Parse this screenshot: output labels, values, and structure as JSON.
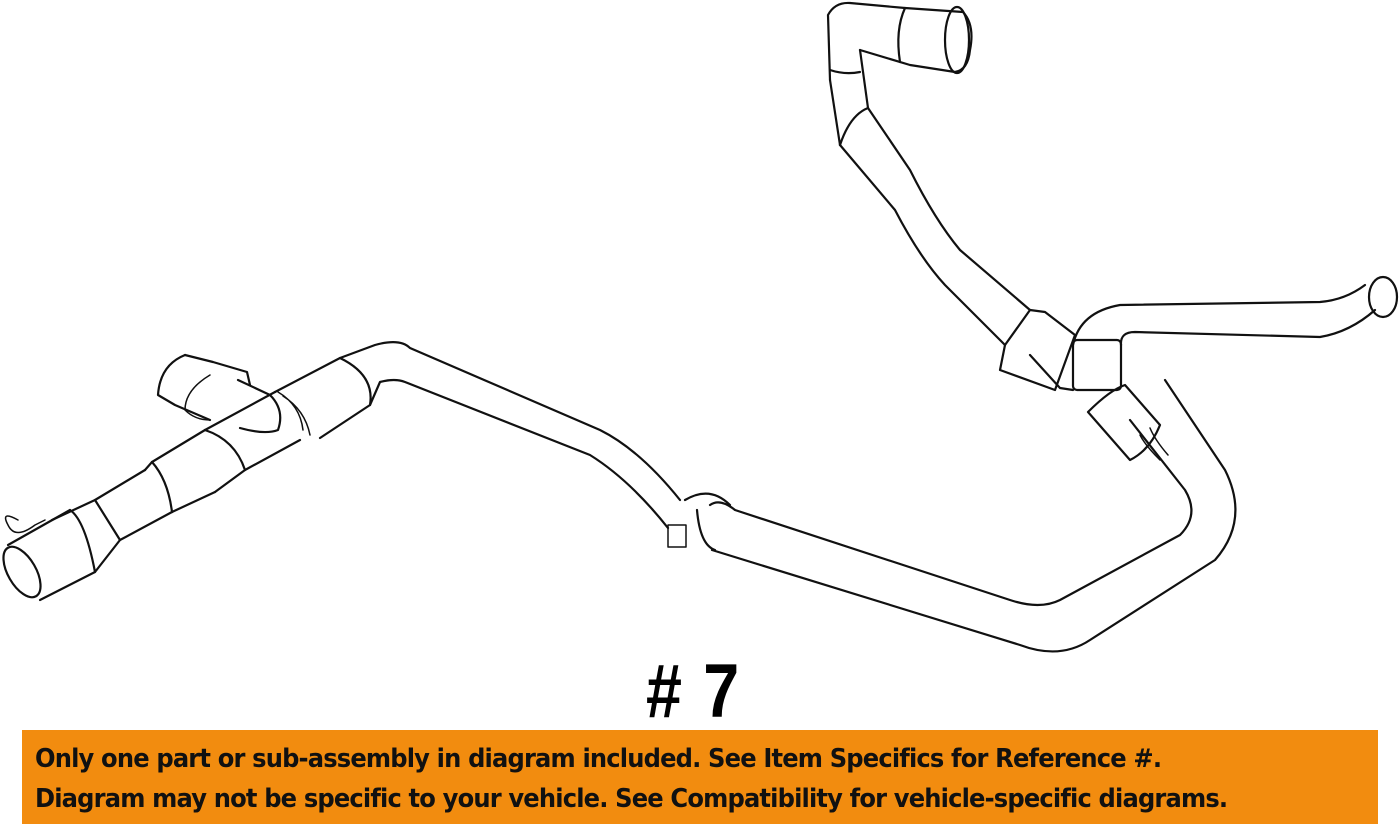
{
  "diagram": {
    "part_type": "hose assembly line drawing",
    "reference_label": "# 7"
  },
  "notice": {
    "line1": "Only one part or sub-assembly in diagram included. See Item Specifics for Reference #.",
    "line2": "Diagram may not be specific to your vehicle. See Compatibility for vehicle-specific diagrams.",
    "background_color": "#f28c0f",
    "text_color": "#111111"
  }
}
